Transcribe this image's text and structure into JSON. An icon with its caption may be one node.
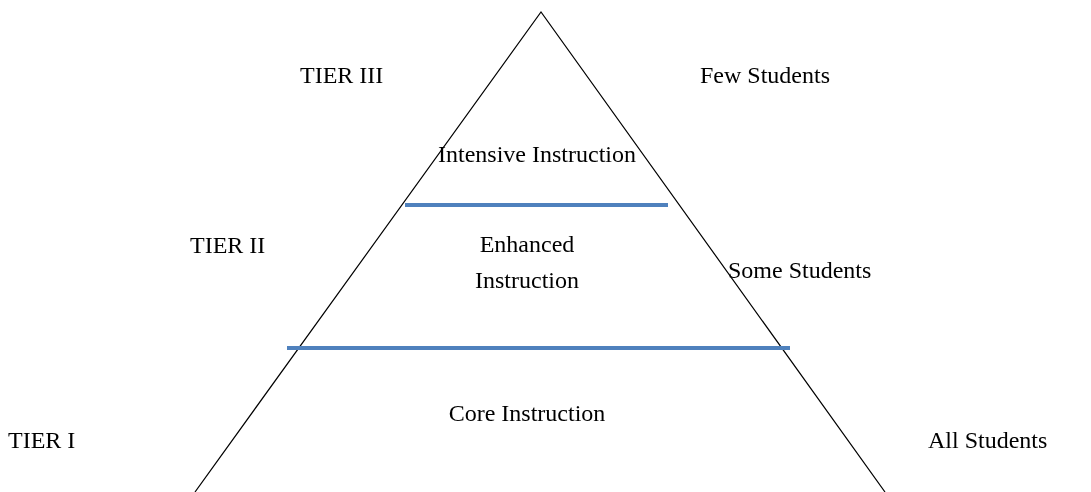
{
  "diagram": {
    "nodes": [
      {
        "text": [
          "Intensive Instruction"
        ]
      },
      {
        "text": [
          "Enhanced Instruction"
        ]
      },
      {
        "text": [
          "Core Instruction"
        ]
      }
    ],
    "labels": [
      "TIER III",
      "Few Students",
      "TIER II",
      "Some Students",
      "TIER I",
      "All Students"
    ]
  }
}
